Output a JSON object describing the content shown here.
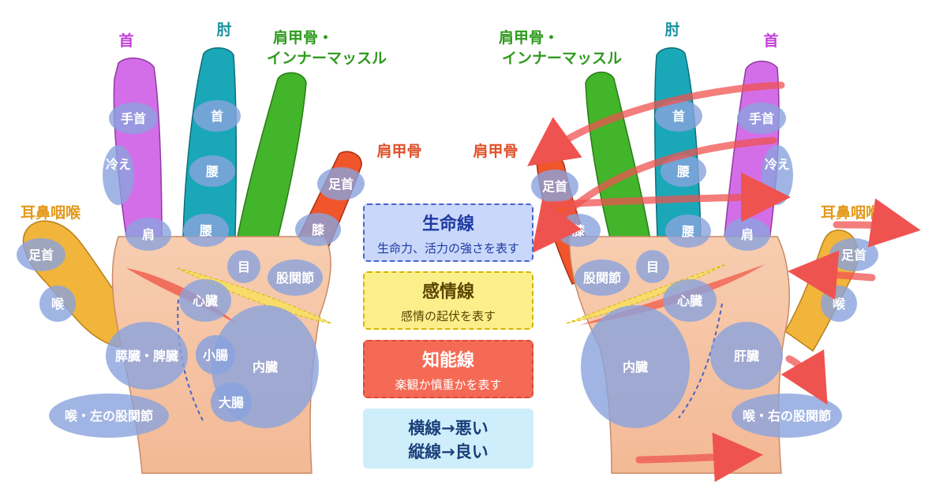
{
  "colors": {
    "neck_finger": "#d46ee8",
    "elbow_finger": "#1aa8b8",
    "shoulder_inner_finger": "#42b52a",
    "shoulder_blade_finger": "#f0552c",
    "thumb": "#f1b53c",
    "zone_fill": "#8aa2dd",
    "arrow": "#ef5350"
  },
  "left_hand": {
    "finger_labels": {
      "neck": "首",
      "elbow": "肘",
      "shoulder_inner_1": "肩甲骨・",
      "shoulder_inner_2": "インナーマッスル",
      "shoulder_blade": "肩甲骨",
      "ent": "耳鼻咽喉"
    },
    "zones": {
      "wrist": "手首",
      "neck": "首",
      "cold": "冷え",
      "waist_mid": "腰",
      "shoulder": "肩",
      "waist_base": "腰",
      "ankle": "足首",
      "knee": "膝",
      "ankle_thumb": "足首",
      "throat": "喉",
      "eye": "目",
      "hip_joint": "股関節",
      "heart": "心臓",
      "pancreas_spleen": "膵臓・脾臓",
      "small_intestine": "小腸",
      "internal_organs": "内臓",
      "large_intestine": "大腸",
      "throat_left_hip": "喉・左の股関節"
    }
  },
  "right_hand": {
    "finger_labels": {
      "shoulder_inner_1": "肩甲骨・",
      "shoulder_inner_2": "インナーマッスル",
      "elbow": "肘",
      "neck": "首",
      "shoulder_blade": "肩甲骨",
      "ent": "耳鼻咽喉"
    },
    "zones": {
      "ankle": "足首",
      "knee": "膝",
      "neck": "首",
      "wrist": "手首",
      "cold": "冷え",
      "waist_mid": "腰",
      "waist_base": "腰",
      "shoulder": "肩",
      "ankle_thumb": "足首",
      "throat": "喉",
      "hip_joint": "股関節",
      "eye": "目",
      "heart": "心臓",
      "internal_organs": "内臓",
      "liver": "肝臓",
      "throat_right_hip": "喉・右の股関節"
    }
  },
  "legend": {
    "life_title": "生命線",
    "life_desc": "生命力、活力の強さを表す",
    "emotion_title": "感情線",
    "emotion_desc": "感情の起伏を表す",
    "intel_title": "知能線",
    "intel_desc": "楽観か慎重かを表す",
    "lines_1": "横線→悪い",
    "lines_2": "縦線→良い"
  }
}
